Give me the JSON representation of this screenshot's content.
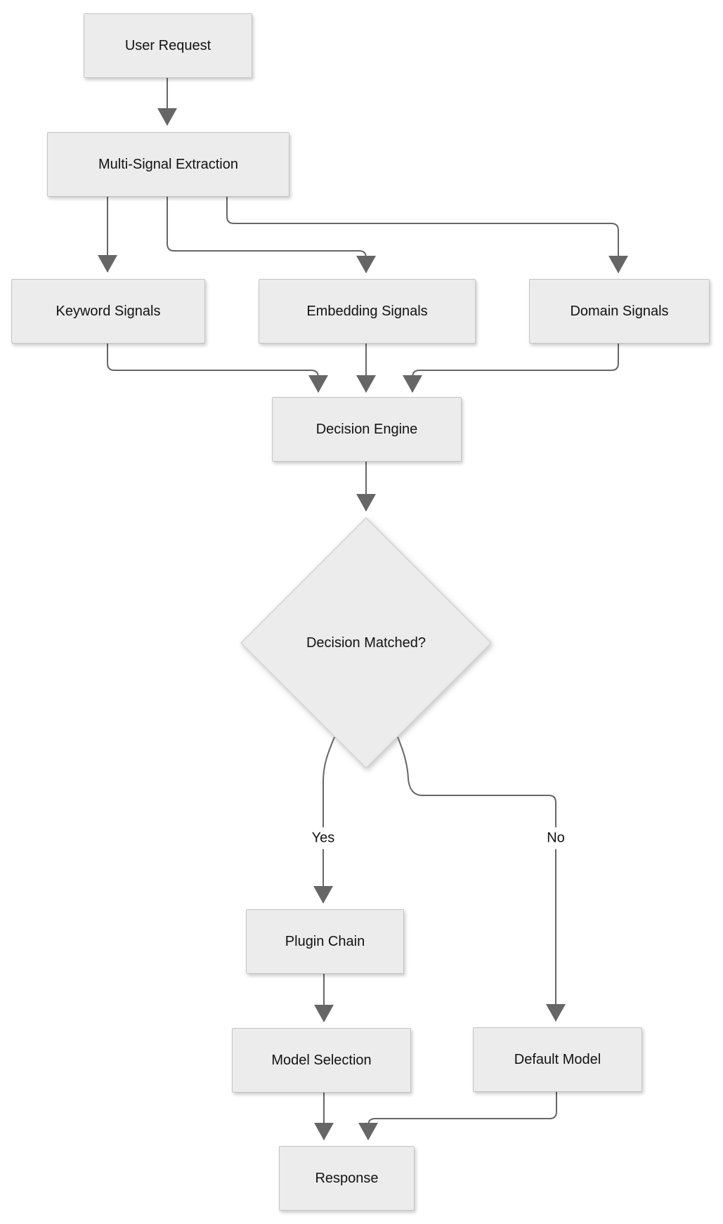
{
  "diagram": {
    "type": "flowchart",
    "direction": "top-down",
    "nodes": {
      "user_request": {
        "label": "User Request",
        "shape": "rect"
      },
      "multi_signal": {
        "label": "Multi-Signal Extraction",
        "shape": "rect"
      },
      "keyword": {
        "label": "Keyword Signals",
        "shape": "rect"
      },
      "embedding": {
        "label": "Embedding Signals",
        "shape": "rect"
      },
      "domain": {
        "label": "Domain Signals",
        "shape": "rect"
      },
      "decision_engine": {
        "label": "Decision Engine",
        "shape": "rect"
      },
      "decision_matched": {
        "label": "Decision Matched?",
        "shape": "diamond"
      },
      "plugin_chain": {
        "label": "Plugin Chain",
        "shape": "rect"
      },
      "model_selection": {
        "label": "Model Selection",
        "shape": "rect"
      },
      "default_model": {
        "label": "Default Model",
        "shape": "rect"
      },
      "response": {
        "label": "Response",
        "shape": "rect"
      }
    },
    "edge_labels": {
      "yes": {
        "label": "Yes"
      },
      "no": {
        "label": "No"
      }
    },
    "edges": [
      {
        "from": "User Request",
        "to": "Multi-Signal Extraction",
        "label": ""
      },
      {
        "from": "Multi-Signal Extraction",
        "to": "Keyword Signals",
        "label": ""
      },
      {
        "from": "Multi-Signal Extraction",
        "to": "Embedding Signals",
        "label": ""
      },
      {
        "from": "Multi-Signal Extraction",
        "to": "Domain Signals",
        "label": ""
      },
      {
        "from": "Keyword Signals",
        "to": "Decision Engine",
        "label": ""
      },
      {
        "from": "Embedding Signals",
        "to": "Decision Engine",
        "label": ""
      },
      {
        "from": "Domain Signals",
        "to": "Decision Engine",
        "label": ""
      },
      {
        "from": "Decision Engine",
        "to": "Decision Matched?",
        "label": ""
      },
      {
        "from": "Decision Matched?",
        "to": "Plugin Chain",
        "label": "Yes"
      },
      {
        "from": "Decision Matched?",
        "to": "Default Model",
        "label": "No"
      },
      {
        "from": "Plugin Chain",
        "to": "Model Selection",
        "label": ""
      },
      {
        "from": "Model Selection",
        "to": "Response",
        "label": ""
      },
      {
        "from": "Default Model",
        "to": "Response",
        "label": ""
      }
    ],
    "colors": {
      "node_fill": "#ececec",
      "node_border": "#c4c4c4",
      "diamond_border": "#d2d2d2",
      "edge": "#666666",
      "text": "#121212",
      "background": "#ffffff"
    }
  }
}
